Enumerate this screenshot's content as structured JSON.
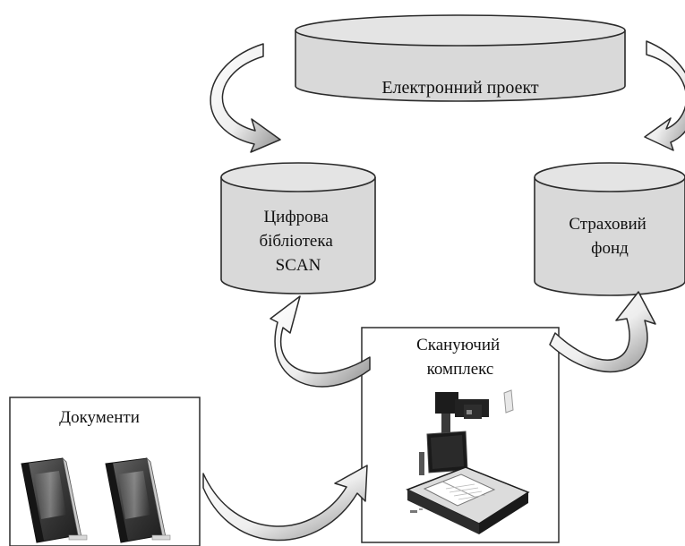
{
  "nodes": {
    "project": {
      "label": "Електронний проект"
    },
    "library": {
      "lines": [
        "Цифрова",
        "бібліотека",
        "SCAN"
      ]
    },
    "insurance": {
      "lines": [
        "Страховий",
        "фонд"
      ]
    },
    "scanner": {
      "lines": [
        "Скануючий",
        "комплекс"
      ]
    },
    "documents": {
      "label": "Документи"
    }
  },
  "colors": {
    "cylinder_fill": "#d9d9d9",
    "stroke": "#2b2b2b",
    "arrow_light": "#f7f7f7",
    "arrow_dark": "#9a9a9a"
  },
  "icons": [
    "book-icon",
    "book-icon",
    "book-scanner-icon"
  ]
}
